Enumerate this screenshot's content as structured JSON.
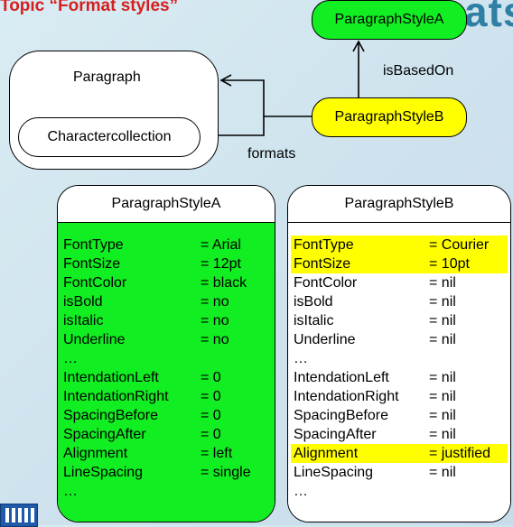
{
  "title": "Topic “Format styles”",
  "background_word": "Formats",
  "nodes": {
    "styleA": "ParagraphStyleA",
    "styleB": "ParagraphStyleB",
    "paragraph": "Paragraph",
    "charcoll": "Charactercollection"
  },
  "edges": {
    "isBasedOn": "isBasedOn",
    "formats": "formats"
  },
  "panelA": {
    "title": "ParagraphStyleA",
    "rows": [
      {
        "k": "FontType",
        "v": "= Arial"
      },
      {
        "k": "FontSize",
        "v": "= 12pt"
      },
      {
        "k": "FontColor",
        "v": "= black"
      },
      {
        "k": "isBold",
        "v": "= no"
      },
      {
        "k": "isItalic",
        "v": "= no"
      },
      {
        "k": "Underline",
        "v": "= no"
      },
      {
        "k": "…",
        "v": ""
      },
      {
        "k": "IntendationLeft",
        "v": "= 0"
      },
      {
        "k": "IntendationRight",
        "v": "= 0"
      },
      {
        "k": "SpacingBefore",
        "v": "= 0"
      },
      {
        "k": "SpacingAfter",
        "v": "= 0"
      },
      {
        "k": "Alignment",
        "v": "= left"
      },
      {
        "k": "LineSpacing",
        "v": "= single"
      },
      {
        "k": "…",
        "v": ""
      }
    ]
  },
  "panelB": {
    "title": "ParagraphStyleB",
    "rows": [
      {
        "k": "FontType",
        "v": "= Courier"
      },
      {
        "k": "FontSize",
        "v": "= 10pt"
      },
      {
        "k": "FontColor",
        "v": "= nil"
      },
      {
        "k": "isBold",
        "v": "= nil"
      },
      {
        "k": "isItalic",
        "v": "= nil"
      },
      {
        "k": "Underline",
        "v": "= nil"
      },
      {
        "k": "…",
        "v": ""
      },
      {
        "k": "IntendationLeft",
        "v": "= nil"
      },
      {
        "k": "IntendationRight",
        "v": "= nil"
      },
      {
        "k": "SpacingBefore",
        "v": "= nil"
      },
      {
        "k": "SpacingAfter",
        "v": "= nil"
      },
      {
        "k": "Alignment",
        "v": "= justified"
      },
      {
        "k": "LineSpacing",
        "v": "= nil"
      },
      {
        "k": "…",
        "v": ""
      }
    ]
  },
  "colors": {
    "styleA": "#11ee22",
    "styleB": "#ffff00",
    "title": "#d42020"
  }
}
